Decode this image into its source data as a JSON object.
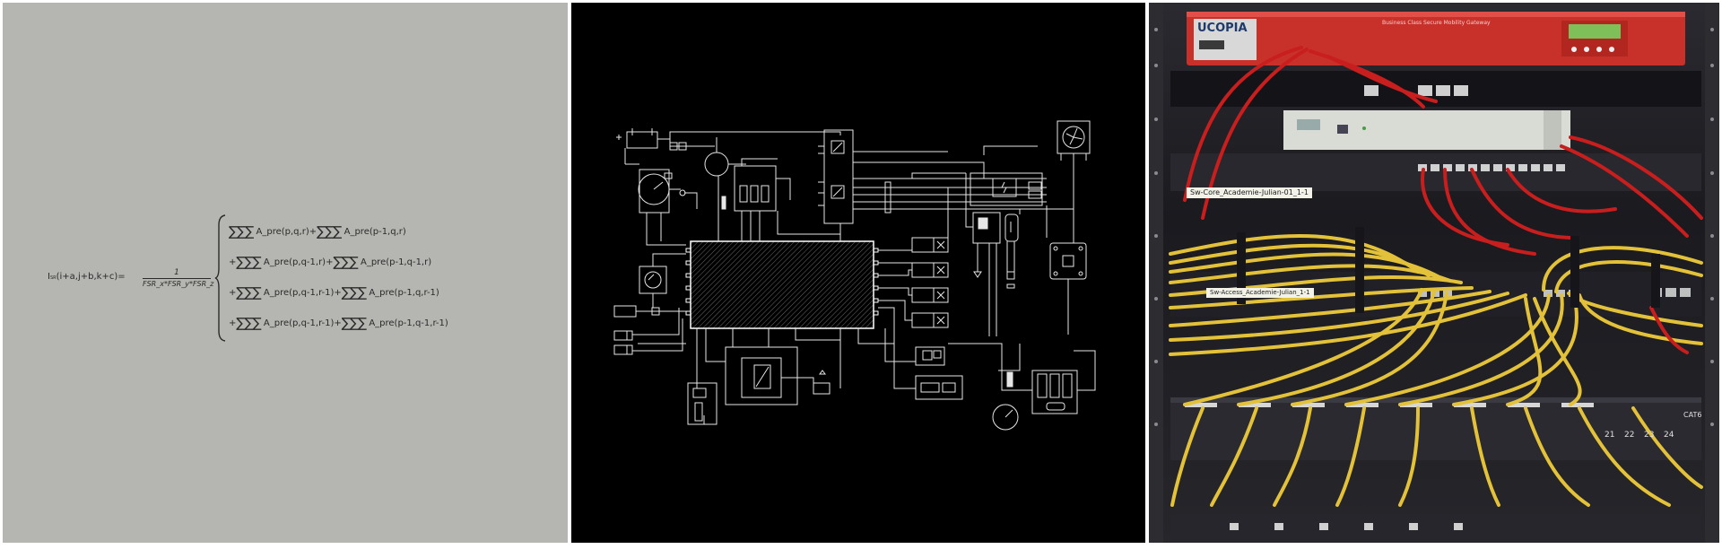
{
  "formula": {
    "lhs": "I",
    "lhs_sub": "SR",
    "lhs_args": "(i+a,j+b,k+c)=",
    "numerator": "1",
    "denominator": "FSR_x*FSR_y*FSR_z",
    "lines": [
      "A_pre(p,q,r)+",
      "A_pre(p-1,q,r)",
      "A_pre(p,q-1,r)+",
      "A_pre(p-1,q-1,r)",
      "A_pre(p,q-1,r-1)+",
      "A_pre(p-1,q,r-1)",
      "A_pre(p,q-1,r-1)+",
      "A_pre(p-1,q-1,r-1)"
    ]
  },
  "rack": {
    "brand": "UCOPIA",
    "appliance_caption": "Business Class Secure Mobility Gateway",
    "label_1": "Sw-Core_Academie-Julian-01_1-1",
    "label_2": "Sw-Access_Academie-Julian_1-1",
    "port_numbers": [
      "21",
      "22",
      "23",
      "24"
    ],
    "cat_label": "CAT6"
  },
  "colors": {
    "formula_bg": "#b5b6b1",
    "schematic_bg": "#000000",
    "schematic_line": "#e6e6e6",
    "appliance_red": "#c8302a",
    "cable_yellow": "#e3c23a",
    "cable_red": "#c81e1e"
  }
}
